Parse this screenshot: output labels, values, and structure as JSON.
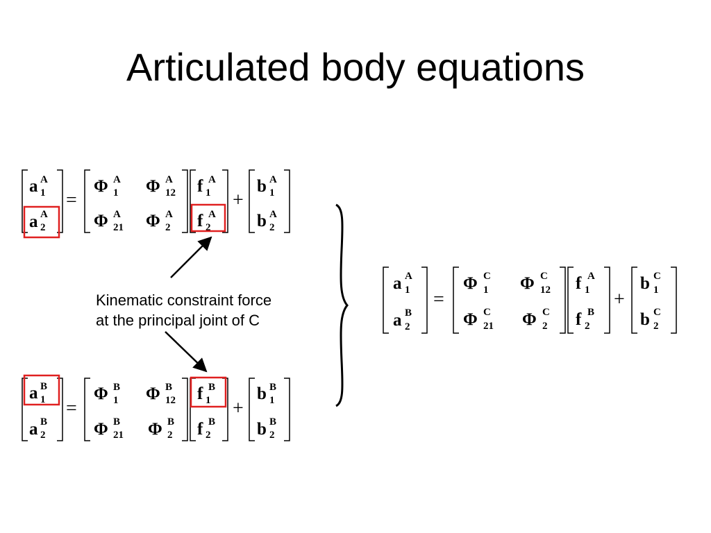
{
  "slide": {
    "title": "Articulated body equations",
    "annotation": {
      "line1": "Kinematic constraint force",
      "line2": "at the principal joint of C"
    },
    "highlight_color": "#e02020",
    "operators": {
      "equals": "=",
      "plus": "+"
    },
    "symbols": {
      "a": "a",
      "phi": "Φ",
      "f": "f",
      "b": "b"
    },
    "subscripts": {
      "s1": "1",
      "s2": "2",
      "s12": "12",
      "s21": "21"
    },
    "superscripts": {
      "A": "A",
      "B": "B",
      "C": "C"
    }
  }
}
